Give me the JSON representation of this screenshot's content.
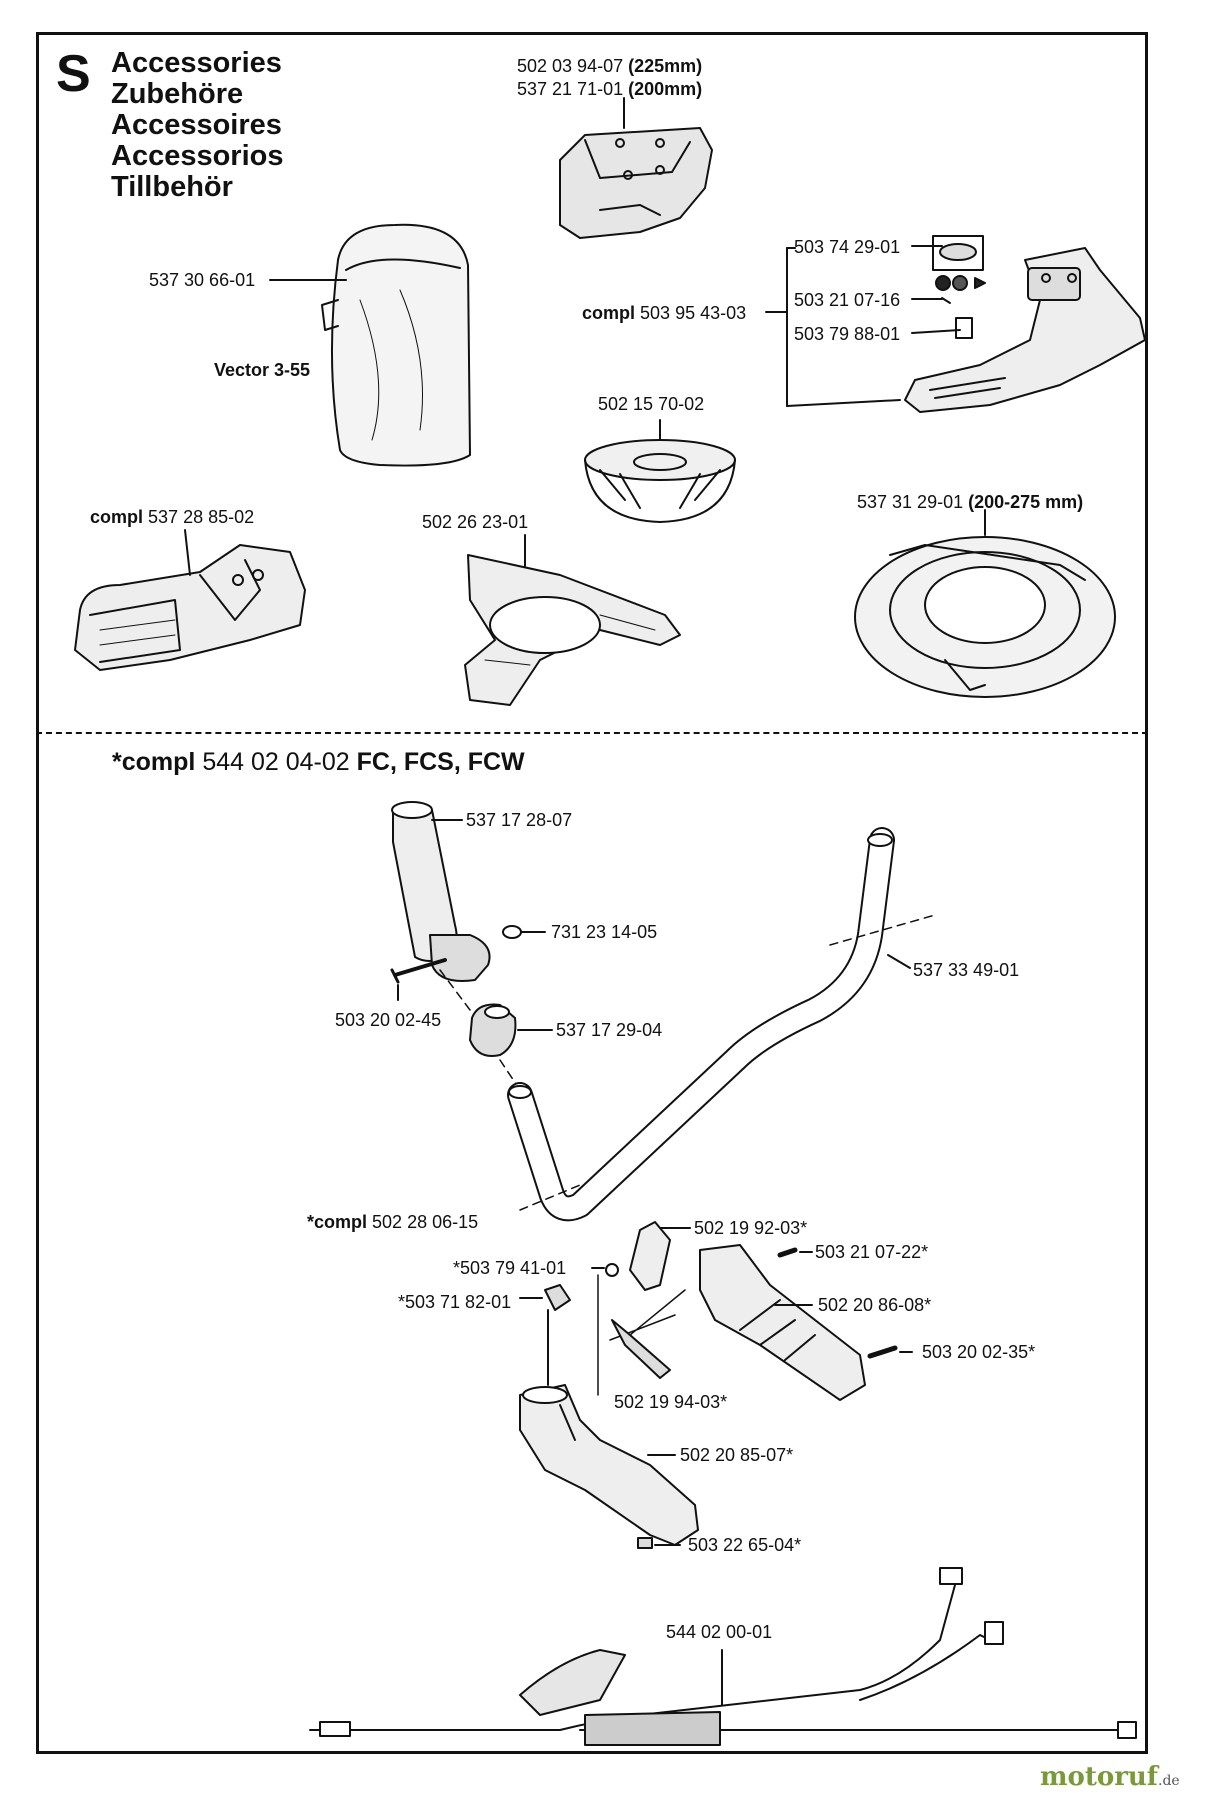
{
  "header": {
    "section_letter": "S",
    "titles": [
      "Accessories",
      "Zubehöre",
      "Accessoires",
      "Accessorios",
      "Tillbehör"
    ]
  },
  "labels": {
    "guard_top_a": "502 03 94-07",
    "guard_top_a_size": "(225mm)",
    "guard_top_b": "537 21 71-01",
    "guard_top_b_size": "(200mm)",
    "harness_bag": "537 30 66-01",
    "vector": "Vector 3-55",
    "kit_a": "503 74 29-01",
    "kit_b": "503 21 07-16",
    "kit_c": "503 79 88-01",
    "kit_compl_word": "compl",
    "kit_compl": "503 95 43-03",
    "cup": "502 15 70-02",
    "guard_box_compl_word": "compl",
    "guard_box": "537 28 85-02",
    "blade_guard": "502 26 23-01",
    "deflector": "537 31 29-01",
    "deflector_size": "(200-275 mm)",
    "handle_compl_prefix": "*compl",
    "handle_compl": "544 02 04-02",
    "handle_models": "FC, FCS, FCW",
    "grip": "537 17 28-07",
    "washer": "731 23 14-05",
    "handlebar": "537 33 49-01",
    "screw_a": "503 20 02-45",
    "knob": "537 17 29-04",
    "handle_assembly_prefix": "*compl",
    "handle_assembly": "502 28 06-15",
    "throttle_trigger": "502 19 92-03*",
    "spring": "*503 79 41-01",
    "screw_b": "503 21 07-22*",
    "switch": "*503 71 82-01",
    "handle_half_right": "502 20 86-08*",
    "screw_c": "503 20 02-35*",
    "lockout": "502 19 94-03*",
    "handle_half_left": "502 20 85-07*",
    "nut": "503 22 65-04*",
    "cable": "544 02 00-01"
  },
  "watermark": {
    "brand": "motoruf",
    "tld": ".de"
  },
  "colors": {
    "ink": "#111111",
    "paper": "#ffffff",
    "shade": "#d9d9d9"
  }
}
